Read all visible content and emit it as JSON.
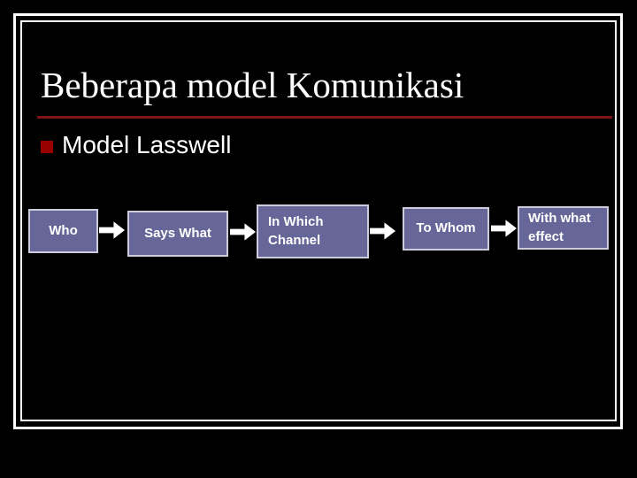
{
  "slide": {
    "title": "Beberapa model Komunikasi",
    "bullet_item": "Model Lasswell",
    "diagram": {
      "boxes": [
        {
          "label": "Who"
        },
        {
          "label": "Says What"
        },
        {
          "label": "In Which Channel"
        },
        {
          "label": "To Whom"
        },
        {
          "label": "With what effect"
        }
      ],
      "arrow_icon": "right-block-arrow"
    },
    "colors": {
      "slide_background": "#000000",
      "frame_border": "#ffffff",
      "title_text": "#ffffff",
      "divider_rule": "#7d1416",
      "bullet_marker": "#990000",
      "box_fill": "#666699",
      "box_border": "#ccccdd",
      "box_text": "#ffffff",
      "arrow_fill": "#ffffff"
    }
  }
}
